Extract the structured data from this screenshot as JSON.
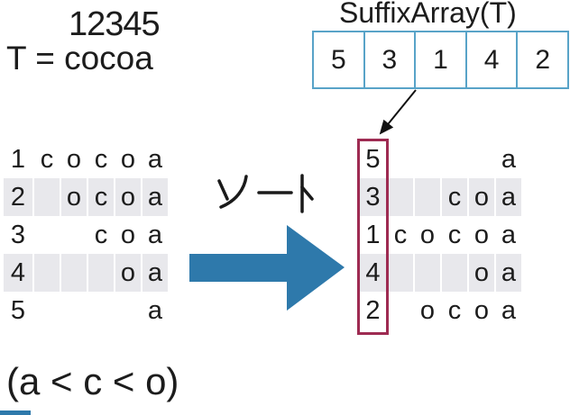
{
  "header": {
    "position_ruler": "12345",
    "text_definition": "T = cocoa"
  },
  "suffix_array": {
    "title": "SuffixArray(T)",
    "values": [
      "5",
      "3",
      "1",
      "4",
      "2"
    ]
  },
  "sort": {
    "label": "ソート"
  },
  "left_table": {
    "rows": [
      {
        "index": "1",
        "chars": [
          "c",
          "o",
          "c",
          "o",
          "a"
        ],
        "shaded": false
      },
      {
        "index": "2",
        "chars": [
          "",
          "o",
          "c",
          "o",
          "a"
        ],
        "shaded": true
      },
      {
        "index": "3",
        "chars": [
          "",
          "",
          "c",
          "o",
          "a"
        ],
        "shaded": false
      },
      {
        "index": "4",
        "chars": [
          "",
          "",
          "",
          "o",
          "a"
        ],
        "shaded": true
      },
      {
        "index": "5",
        "chars": [
          "",
          "",
          "",
          "",
          "a"
        ],
        "shaded": false
      }
    ]
  },
  "right_table": {
    "rows": [
      {
        "index": "5",
        "chars": [
          "",
          "",
          "",
          "",
          "a"
        ],
        "shaded": false
      },
      {
        "index": "3",
        "chars": [
          "",
          "",
          "c",
          "o",
          "a"
        ],
        "shaded": true
      },
      {
        "index": "1",
        "chars": [
          "c",
          "o",
          "c",
          "o",
          "a"
        ],
        "shaded": false
      },
      {
        "index": "4",
        "chars": [
          "",
          "",
          "",
          "o",
          "a"
        ],
        "shaded": true
      },
      {
        "index": "2",
        "chars": [
          "",
          "o",
          "c",
          "o",
          "a"
        ],
        "shaded": false
      }
    ]
  },
  "note": "(a < c < o)",
  "colors": {
    "arrow_blue": "#2e79ab",
    "row_shade": "#e8e8ec",
    "sa_border": "#58a3c8",
    "highlight_box": "#9e2b52"
  }
}
